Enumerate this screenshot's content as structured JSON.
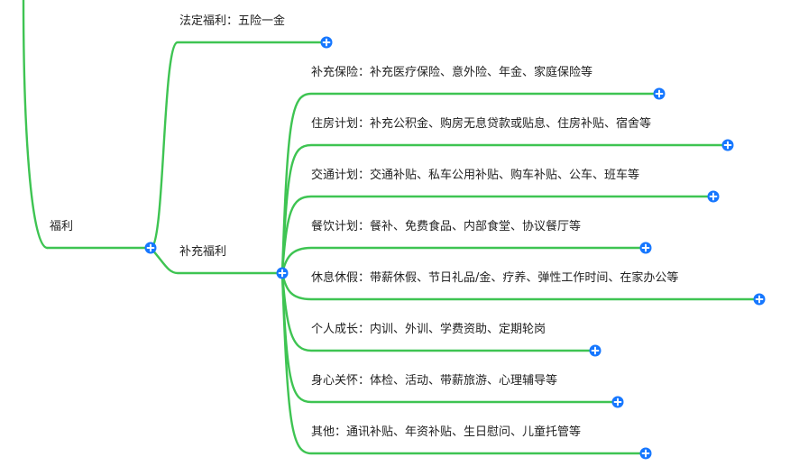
{
  "root": {
    "label": "福利"
  },
  "branches": [
    {
      "label": "法定福利：五险一金",
      "children": []
    },
    {
      "label": "补充福利",
      "children": [
        {
          "label": "补充保险：补充医疗保险、意外险、年金、家庭保险等"
        },
        {
          "label": "住房计划：补充公积金、购房无息贷款或贴息、住房补贴、宿舍等"
        },
        {
          "label": "交通计划：交通补贴、私车公用补贴、购车补贴、公车、班车等"
        },
        {
          "label": "餐饮计划：餐补、免费食品、内部食堂、协议餐厅等"
        },
        {
          "label": "休息休假：带薪休假、节日礼品/金、疗养、弹性工作时间、在家办公等"
        },
        {
          "label": "个人成长：内训、外训、学费资助、定期轮岗"
        },
        {
          "label": "身心关怀：体检、活动、带薪旅游、心理辅导等"
        },
        {
          "label": "其他：通讯补贴、年资补贴、生日慰问、儿童托管等"
        }
      ]
    }
  ],
  "colors": {
    "edge": "#3ec452",
    "toggle": "#1677ff",
    "text": "#222222"
  },
  "icons": {
    "toggle": "expand-plus-icon"
  }
}
